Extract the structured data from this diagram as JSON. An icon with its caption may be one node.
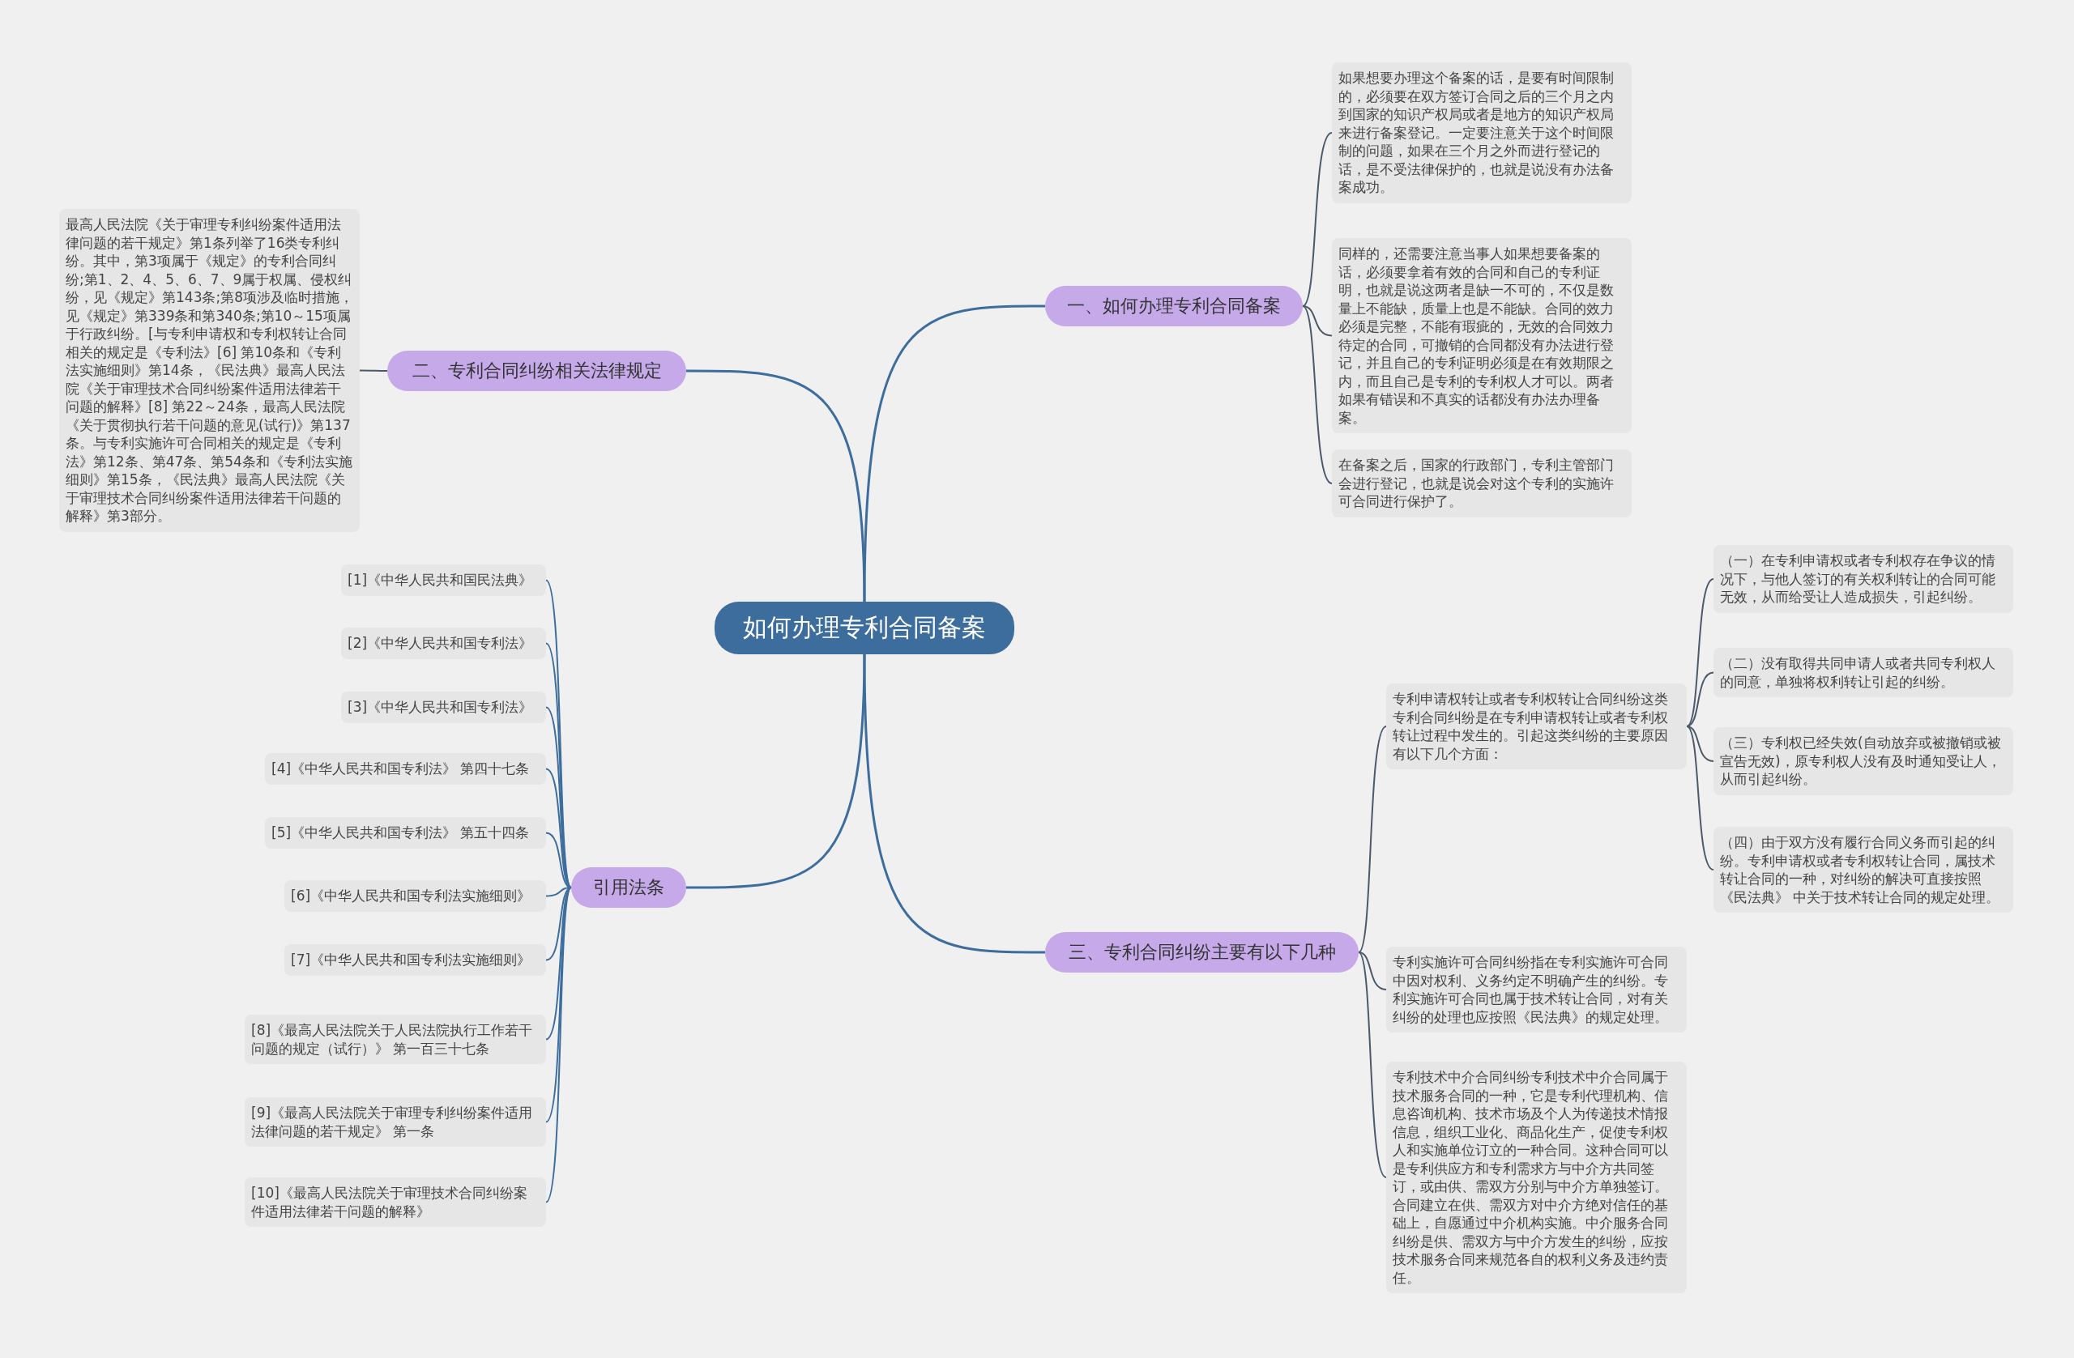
{
  "diagram": {
    "nodes": [
      {
        "text": [
          "如何办理专利合同备案"
        ]
      },
      {
        "text": [
          "一、如何办理专利合同备案"
        ]
      },
      {
        "text": [
          "如果想要办理这个备案的话，是要有时间限制的，必须要在双方签订合同之后的三个月之内到国家的知识产权局或者是地方的知识产权局来进行备案登记。一定要注意关于这个时间限制的问题，如果在三个月之外而进行登记的话，是不受法律保护的，也就是说没有办法备案成功。"
        ]
      },
      {
        "text": [
          "同样的，还需要注意当事人如果想要备案的话，必须要拿着有效的合同和自己的专利证明，也就是说这两者是缺一不可的，不仅是数量上不能缺，质量上也是不能缺。合同的效力必须是完整，不能有瑕疵的，无效的合同效力待定的合同，可撤销的合同都没有办法进行登记，并且自己的专利证明必须是在有效期限之内，而且自己是专利的专利权人才可以。两者如果有错误和不真实的话都没有办法办理备案。"
        ]
      },
      {
        "text": [
          "在备案之后，国家的行政部门，专利主管部门会进行登记，也就是说会对这个专利的实施许可合同进行保护了。"
        ]
      },
      {
        "text": [
          "三、专利合同纠纷主要有以下几种"
        ]
      },
      {
        "text": [
          "专利申请权转让或者专利权转让合同纠纷这类专利合同纠纷是在专利申请权转让或者专利权转让过程中发生的。引起这类纠纷的主要原因有以下几个方面："
        ]
      },
      {
        "text": [
          "（一）在专利申请权或者专利权存在争议的情况下，与他人签订的有关权利转让的合同可能无效，从而给受让人造成损失，引起纠纷。"
        ]
      },
      {
        "text": [
          "（二）没有取得共同申请人或者共同专利权人的同意，单独将权利转让引起的纠纷。"
        ]
      },
      {
        "text": [
          "（三）专利权已经失效(自动放弃或被撤销或被宣告无效)，原专利权人没有及时通知受让人，从而引起纠纷。"
        ]
      },
      {
        "text": [
          "（四）由于双方没有履行合同义务而引起的纠纷。专利申请权或者专利权转让合同，属技术转让合同的一种，对纠纷的解决可直接按照《民法典》 中关于技术转让合同的规定处理。"
        ]
      },
      {
        "text": [
          "专利实施许可合同纠纷指在专利实施许可合同中因对权利、义务约定不明确产生的纠纷。专利实施许可合同也属于技术转让合同，对有关纠纷的处理也应按照《民法典》的规定处理。"
        ]
      },
      {
        "text": [
          "专利技术中介合同纠纷专利技术中介合同属于技术服务合同的一种，它是专利代理机构、信息咨询机构、技术市场及个人为传递技术情报信息，组织工业化、商品化生产，促使专利权人和实施单位订立的一种合同。这种合同可以是专利供应方和专利需求方与中介方共同签订，或由供、需双方分别与中介方单独签订。合同建立在供、需双方对中介方绝对信任的基础上，自愿通过中介机构实施。中介服务合同纠纷是供、需双方与中介方发生的纠纷，应按技术服务合同来规范各自的权利义务及违约责任。"
        ]
      },
      {
        "text": [
          "二、专利合同纠纷相关法律规定"
        ]
      },
      {
        "text": [
          "最高人民法院《关于审理专利纠纷案件适用法律问题的若干规定》第1条列举了16类专利纠纷。其中，第3项属于《规定》的专利合同纠纷;第1、2、4、5、6、7、9属于权属、侵权纠纷，见《规定》第143条;第8项涉及临时措施，见《规定》第339条和第340条;第10～15项属于行政纠纷。[与专利申请权和专利权转让合同相关的规定是《专利法》[6] 第10条和《专利法实施细则》第14条，《民法典》最高人民法院《关于审理技术合同纠纷案件适用法律若干问题的解释》[8] 第22～24条，最高人民法院《关于贯彻执行若干问题的意见(试行)》第137条。与专利实施许可合同相关的规定是《专利法》第12条、第47条、第54条和《专利法实施细则》第15条，《民法典》最高人民法院《关于审理技术合同纠纷案件适用法律若干问题的解释》第3部分。"
        ]
      },
      {
        "text": [
          "引用法条"
        ]
      },
      {
        "text": [
          "[1]《中华人民共和国民法典》"
        ]
      },
      {
        "text": [
          "[2]《中华人民共和国专利法》"
        ]
      },
      {
        "text": [
          "[3]《中华人民共和国专利法》"
        ]
      },
      {
        "text": [
          "[4]《中华人民共和国专利法》 第四十七条"
        ]
      },
      {
        "text": [
          "[5]《中华人民共和国专利法》 第五十四条"
        ]
      },
      {
        "text": [
          "[6]《中华人民共和国专利法实施细则》"
        ]
      },
      {
        "text": [
          "[7]《中华人民共和国专利法实施细则》"
        ]
      },
      {
        "text": [
          "[8]《最高人民法院关于人民法院执行工作若干问题的规定（试行）》 第一百三十七条"
        ]
      },
      {
        "text": [
          "[9]《最高人民法院关于审理专利纠纷案件适用法律问题的若干规定》 第一条"
        ]
      },
      {
        "text": [
          "[10]《最高人民法院关于审理技术合同纠纷案件适用法律若干问题的解释》"
        ]
      }
    ],
    "edges": [
      {
        "from": 0,
        "to": 1,
        "arrow": "none"
      },
      {
        "from": 1,
        "to": 2,
        "arrow": "none"
      },
      {
        "from": 1,
        "to": 3,
        "arrow": "none"
      },
      {
        "from": 1,
        "to": 4,
        "arrow": "none"
      },
      {
        "from": 0,
        "to": 5,
        "arrow": "none"
      },
      {
        "from": 5,
        "to": 6,
        "arrow": "none"
      },
      {
        "from": 6,
        "to": 7,
        "arrow": "none"
      },
      {
        "from": 6,
        "to": 8,
        "arrow": "none"
      },
      {
        "from": 6,
        "to": 9,
        "arrow": "none"
      },
      {
        "from": 6,
        "to": 10,
        "arrow": "none"
      },
      {
        "from": 5,
        "to": 11,
        "arrow": "none"
      },
      {
        "from": 5,
        "to": 12,
        "arrow": "none"
      },
      {
        "from": 0,
        "to": 13,
        "arrow": "none"
      },
      {
        "from": 13,
        "to": 14,
        "arrow": "none"
      },
      {
        "from": 0,
        "to": 15,
        "arrow": "none"
      },
      {
        "from": 15,
        "to": 16,
        "arrow": "none"
      },
      {
        "from": 15,
        "to": 17,
        "arrow": "none"
      },
      {
        "from": 15,
        "to": 18,
        "arrow": "none"
      },
      {
        "from": 15,
        "to": 19,
        "arrow": "none"
      },
      {
        "from": 15,
        "to": 20,
        "arrow": "none"
      },
      {
        "from": 15,
        "to": 21,
        "arrow": "none"
      },
      {
        "from": 15,
        "to": 22,
        "arrow": "none"
      },
      {
        "from": 15,
        "to": 23,
        "arrow": "none"
      },
      {
        "from": 15,
        "to": 24,
        "arrow": "none"
      },
      {
        "from": 15,
        "to": 25,
        "arrow": "none"
      }
    ]
  }
}
